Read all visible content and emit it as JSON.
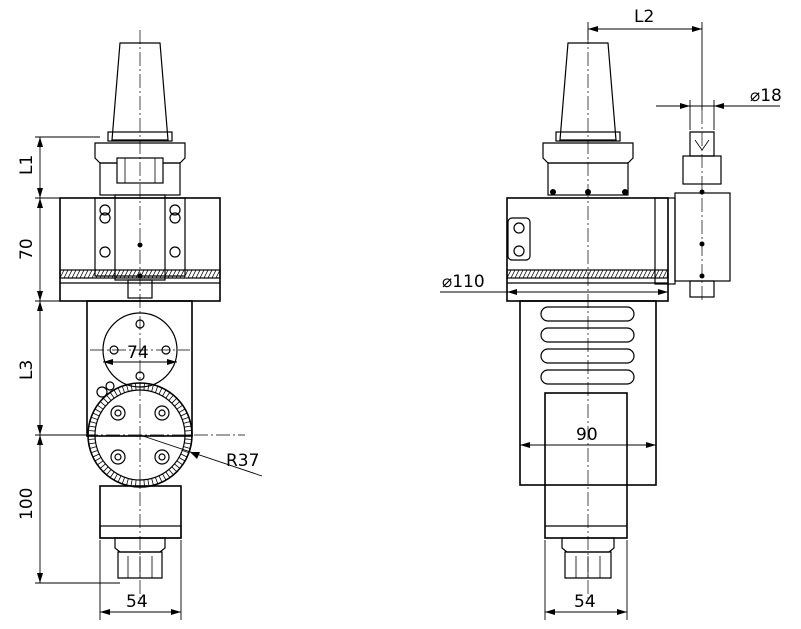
{
  "dimensions": {
    "l1": "L1",
    "d70": "70",
    "l3": "L3",
    "d100": "100",
    "d54_left": "54",
    "d74": "74",
    "r37": "R37",
    "l2": "L2",
    "phi18": "⌀18",
    "phi110": "⌀110",
    "d90": "90",
    "d54_right": "54"
  },
  "colors": {
    "line": "#000000",
    "background": "#ffffff"
  }
}
